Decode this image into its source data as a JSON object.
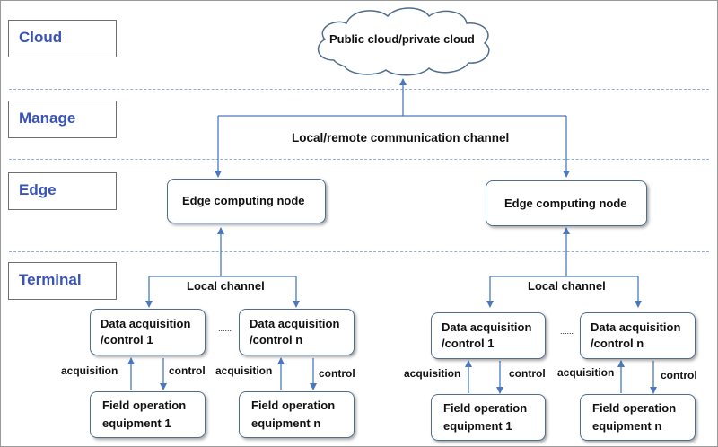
{
  "layers": {
    "cloud": "Cloud",
    "manage": "Manage",
    "edge": "Edge",
    "terminal": "Terminal"
  },
  "cloud": {
    "label": "Public cloud/private cloud"
  },
  "channels": {
    "communication": "Local/remote communication channel",
    "local": "Local channel"
  },
  "edge_node": "Edge computing node",
  "devices": {
    "acq_line1": "Data acquisition",
    "acq_line2_1": "/control 1",
    "acq_line2_n_prefix": "/control ",
    "acq_line2_n_suffix": "n",
    "ellipsis": "......",
    "field_line1": "Field operation",
    "field_line2_1": "equipment 1",
    "field_line2_n": "equipment n",
    "acquisition": "acquisition",
    "control": "control"
  },
  "colors": {
    "layer_text": "#3a53b8",
    "line": "#4a78c0",
    "separator": "#8fb0d8"
  }
}
